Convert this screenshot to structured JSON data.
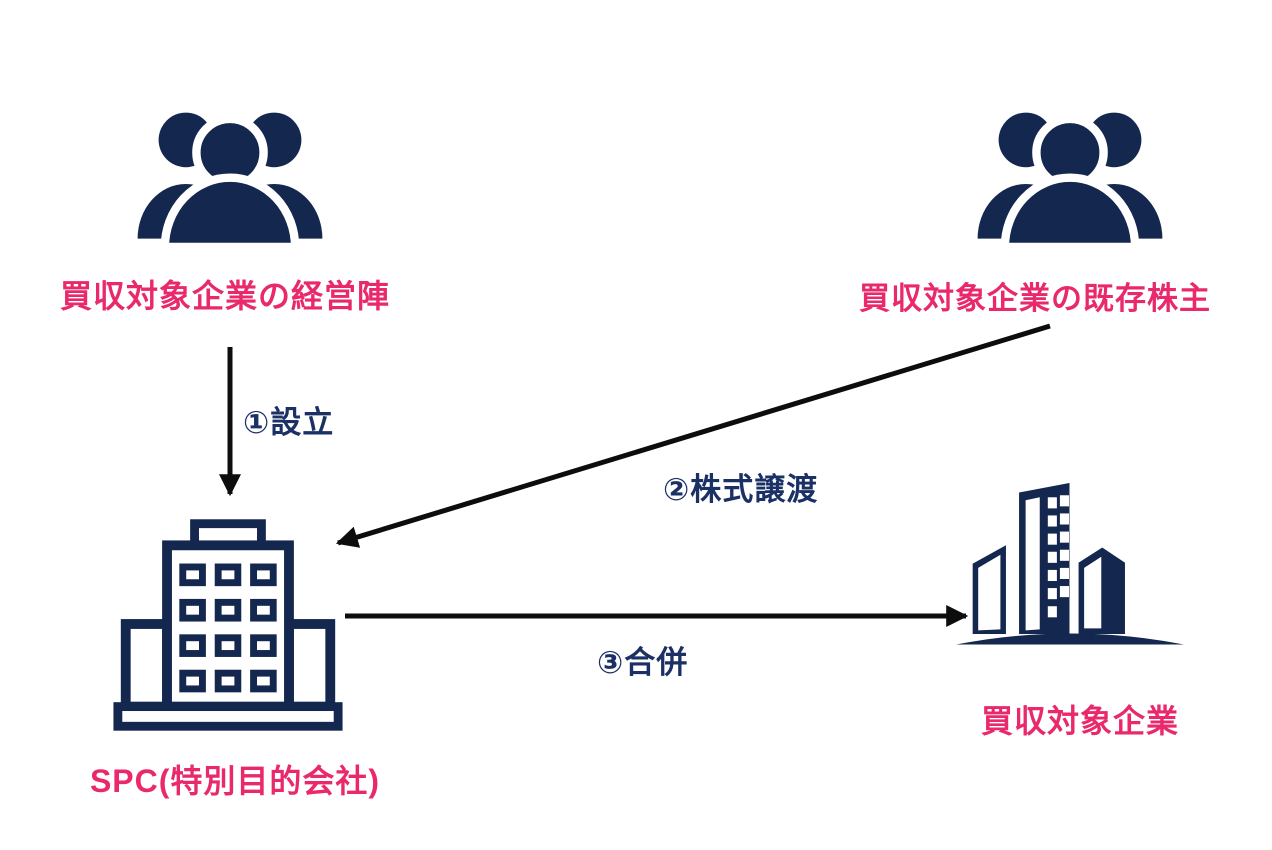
{
  "colors": {
    "bg": "#ffffff",
    "icon-navy": "#14274e",
    "label-navy": "#1b3065",
    "node-pink": "#e9296b",
    "arrow-black": "#0d0d0d"
  },
  "nodes": {
    "management": {
      "label": "買収対象企業の経営陣",
      "icon": "people-group-icon"
    },
    "shareholders": {
      "label": "買収対象企業の既存株主",
      "icon": "people-group-icon"
    },
    "spc": {
      "label": "SPC(特別目的会社)",
      "icon": "office-building-outline-icon"
    },
    "target": {
      "label": "買収対象企業",
      "icon": "city-buildings-icon"
    }
  },
  "arrows": {
    "establish": {
      "label": "①設立",
      "from": "management",
      "to": "spc",
      "direction": "down"
    },
    "share_transfer": {
      "label": "②株式譲渡",
      "from": "shareholders",
      "to": "spc",
      "direction": "diagonal-down-left"
    },
    "merger": {
      "label": "③合併",
      "from": "spc",
      "to": "target",
      "direction": "right"
    }
  }
}
